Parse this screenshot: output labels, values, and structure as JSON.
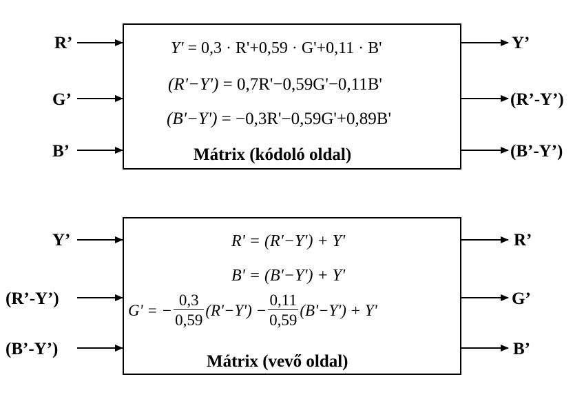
{
  "encoder": {
    "inputs": [
      "R’",
      "G’",
      "B’"
    ],
    "outputs": [
      "Y’",
      "(R’-Y’)",
      "(B’-Y’)"
    ],
    "eq1": {
      "lhs": "Y'",
      "rhs": " = 0,3 · R'+0,59 · G'+0,11 · B'"
    },
    "eq2": {
      "lhs": "(R'−Y')",
      "rhs": " = 0,7R'−0,59G'−0,11B'"
    },
    "eq3": {
      "lhs": "(B'−Y')",
      "rhs": " = −0,3R'−0,59G'+0,89B'"
    },
    "title": "Mátrix (kódoló oldal)"
  },
  "decoder": {
    "inputs": [
      "Y’",
      "(R’-Y’)",
      "(B’-Y’)"
    ],
    "outputs": [
      "R’",
      "G’",
      "B’"
    ],
    "eq1": "R' = (R'−Y') + Y'",
    "eq2": "B' = (B'−Y') + Y'",
    "eq3": {
      "lhs": "G' = −",
      "frac1_num": "0,3",
      "frac1_den": "0,59",
      "mid": "(R'−Y') −",
      "frac2_num": "0,11",
      "frac2_den": "0,59",
      "tail": "(B'−Y') + Y'"
    },
    "title": "Mátrix (vevő oldal)"
  }
}
